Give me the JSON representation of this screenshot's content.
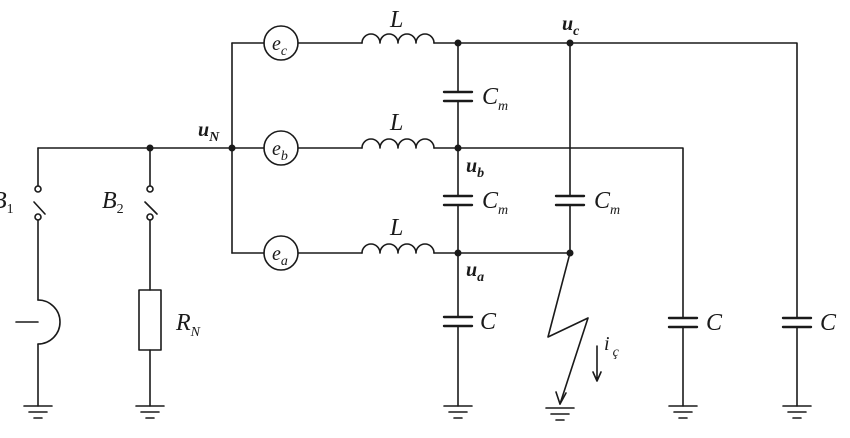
{
  "labels": {
    "ec_main": "e",
    "ec_sub": "c",
    "eb_main": "e",
    "eb_sub": "b",
    "ea_main": "e",
    "ea_sub": "a",
    "L": "L",
    "C": "C",
    "Cm_main": "C",
    "Cm_sub": "m",
    "uN_main": "u",
    "uN_sub": "N",
    "uc_main": "u",
    "uc_sub": "c",
    "ub_main": "u",
    "ub_sub": "b",
    "ua_main": "u",
    "ua_sub": "a",
    "B1_main": "B",
    "B1_sub": "1",
    "B2_main": "B",
    "B2_sub": "2",
    "RN_main": "R",
    "RN_sub": "N",
    "ig_main": "i",
    "ig_sub": "ç"
  }
}
